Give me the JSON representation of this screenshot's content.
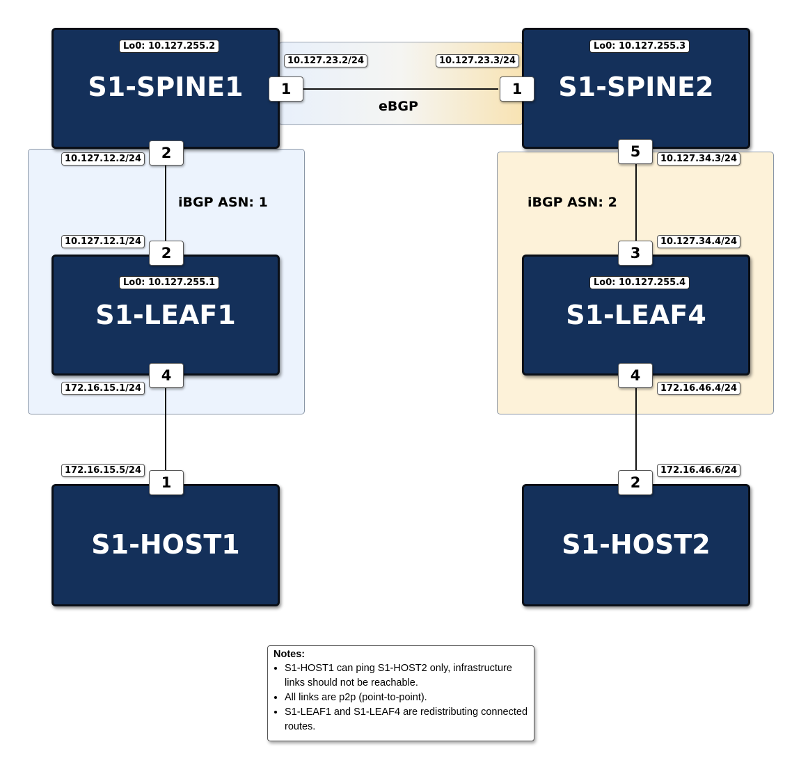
{
  "devices": {
    "spine1": {
      "name": "S1-SPINE1",
      "lo0": "Lo0: 10.127.255.2"
    },
    "spine2": {
      "name": "S1-SPINE2",
      "lo0": "Lo0: 10.127.255.3"
    },
    "leaf1": {
      "name": "S1-LEAF1",
      "lo0": "Lo0: 10.127.255.1"
    },
    "leaf4": {
      "name": "S1-LEAF4",
      "lo0": "Lo0: 10.127.255.4"
    },
    "host1": {
      "name": "S1-HOST1"
    },
    "host2": {
      "name": "S1-HOST2"
    }
  },
  "links": {
    "spine1_spine2": {
      "label": "eBGP",
      "a_port": "1",
      "a_ip": "10.127.23.2/24",
      "b_port": "1",
      "b_ip": "10.127.23.3/24"
    },
    "spine1_leaf1": {
      "a_port": "2",
      "a_ip": "10.127.12.2/24",
      "b_port": "2",
      "b_ip": "10.127.12.1/24"
    },
    "spine2_leaf4": {
      "a_port": "5",
      "a_ip": "10.127.34.3/24",
      "b_port": "3",
      "b_ip": "10.127.34.4/24"
    },
    "leaf1_host1": {
      "a_port": "4",
      "a_ip": "172.16.15.1/24",
      "b_port": "1",
      "b_ip": "172.16.15.5/24"
    },
    "leaf4_host2": {
      "a_port": "4",
      "a_ip": "172.16.46.4/24",
      "b_port": "2",
      "b_ip": "172.16.46.6/24"
    }
  },
  "zones": {
    "left": {
      "label": "iBGP ASN: 1",
      "color": "#ecf3fd"
    },
    "right": {
      "label": "iBGP ASN: 2",
      "color": "#fdf2d9"
    }
  },
  "notes": {
    "title": "Notes:",
    "items": [
      "S1-HOST1 can ping S1-HOST2 only, infrastructure links should not be reachable.",
      "All links are p2p (point-to-point).",
      "S1-LEAF1 and S1-LEAF4 are redistributing connected routes."
    ]
  },
  "colors": {
    "device_fill": "#14305a",
    "device_text": "#ffffff"
  }
}
